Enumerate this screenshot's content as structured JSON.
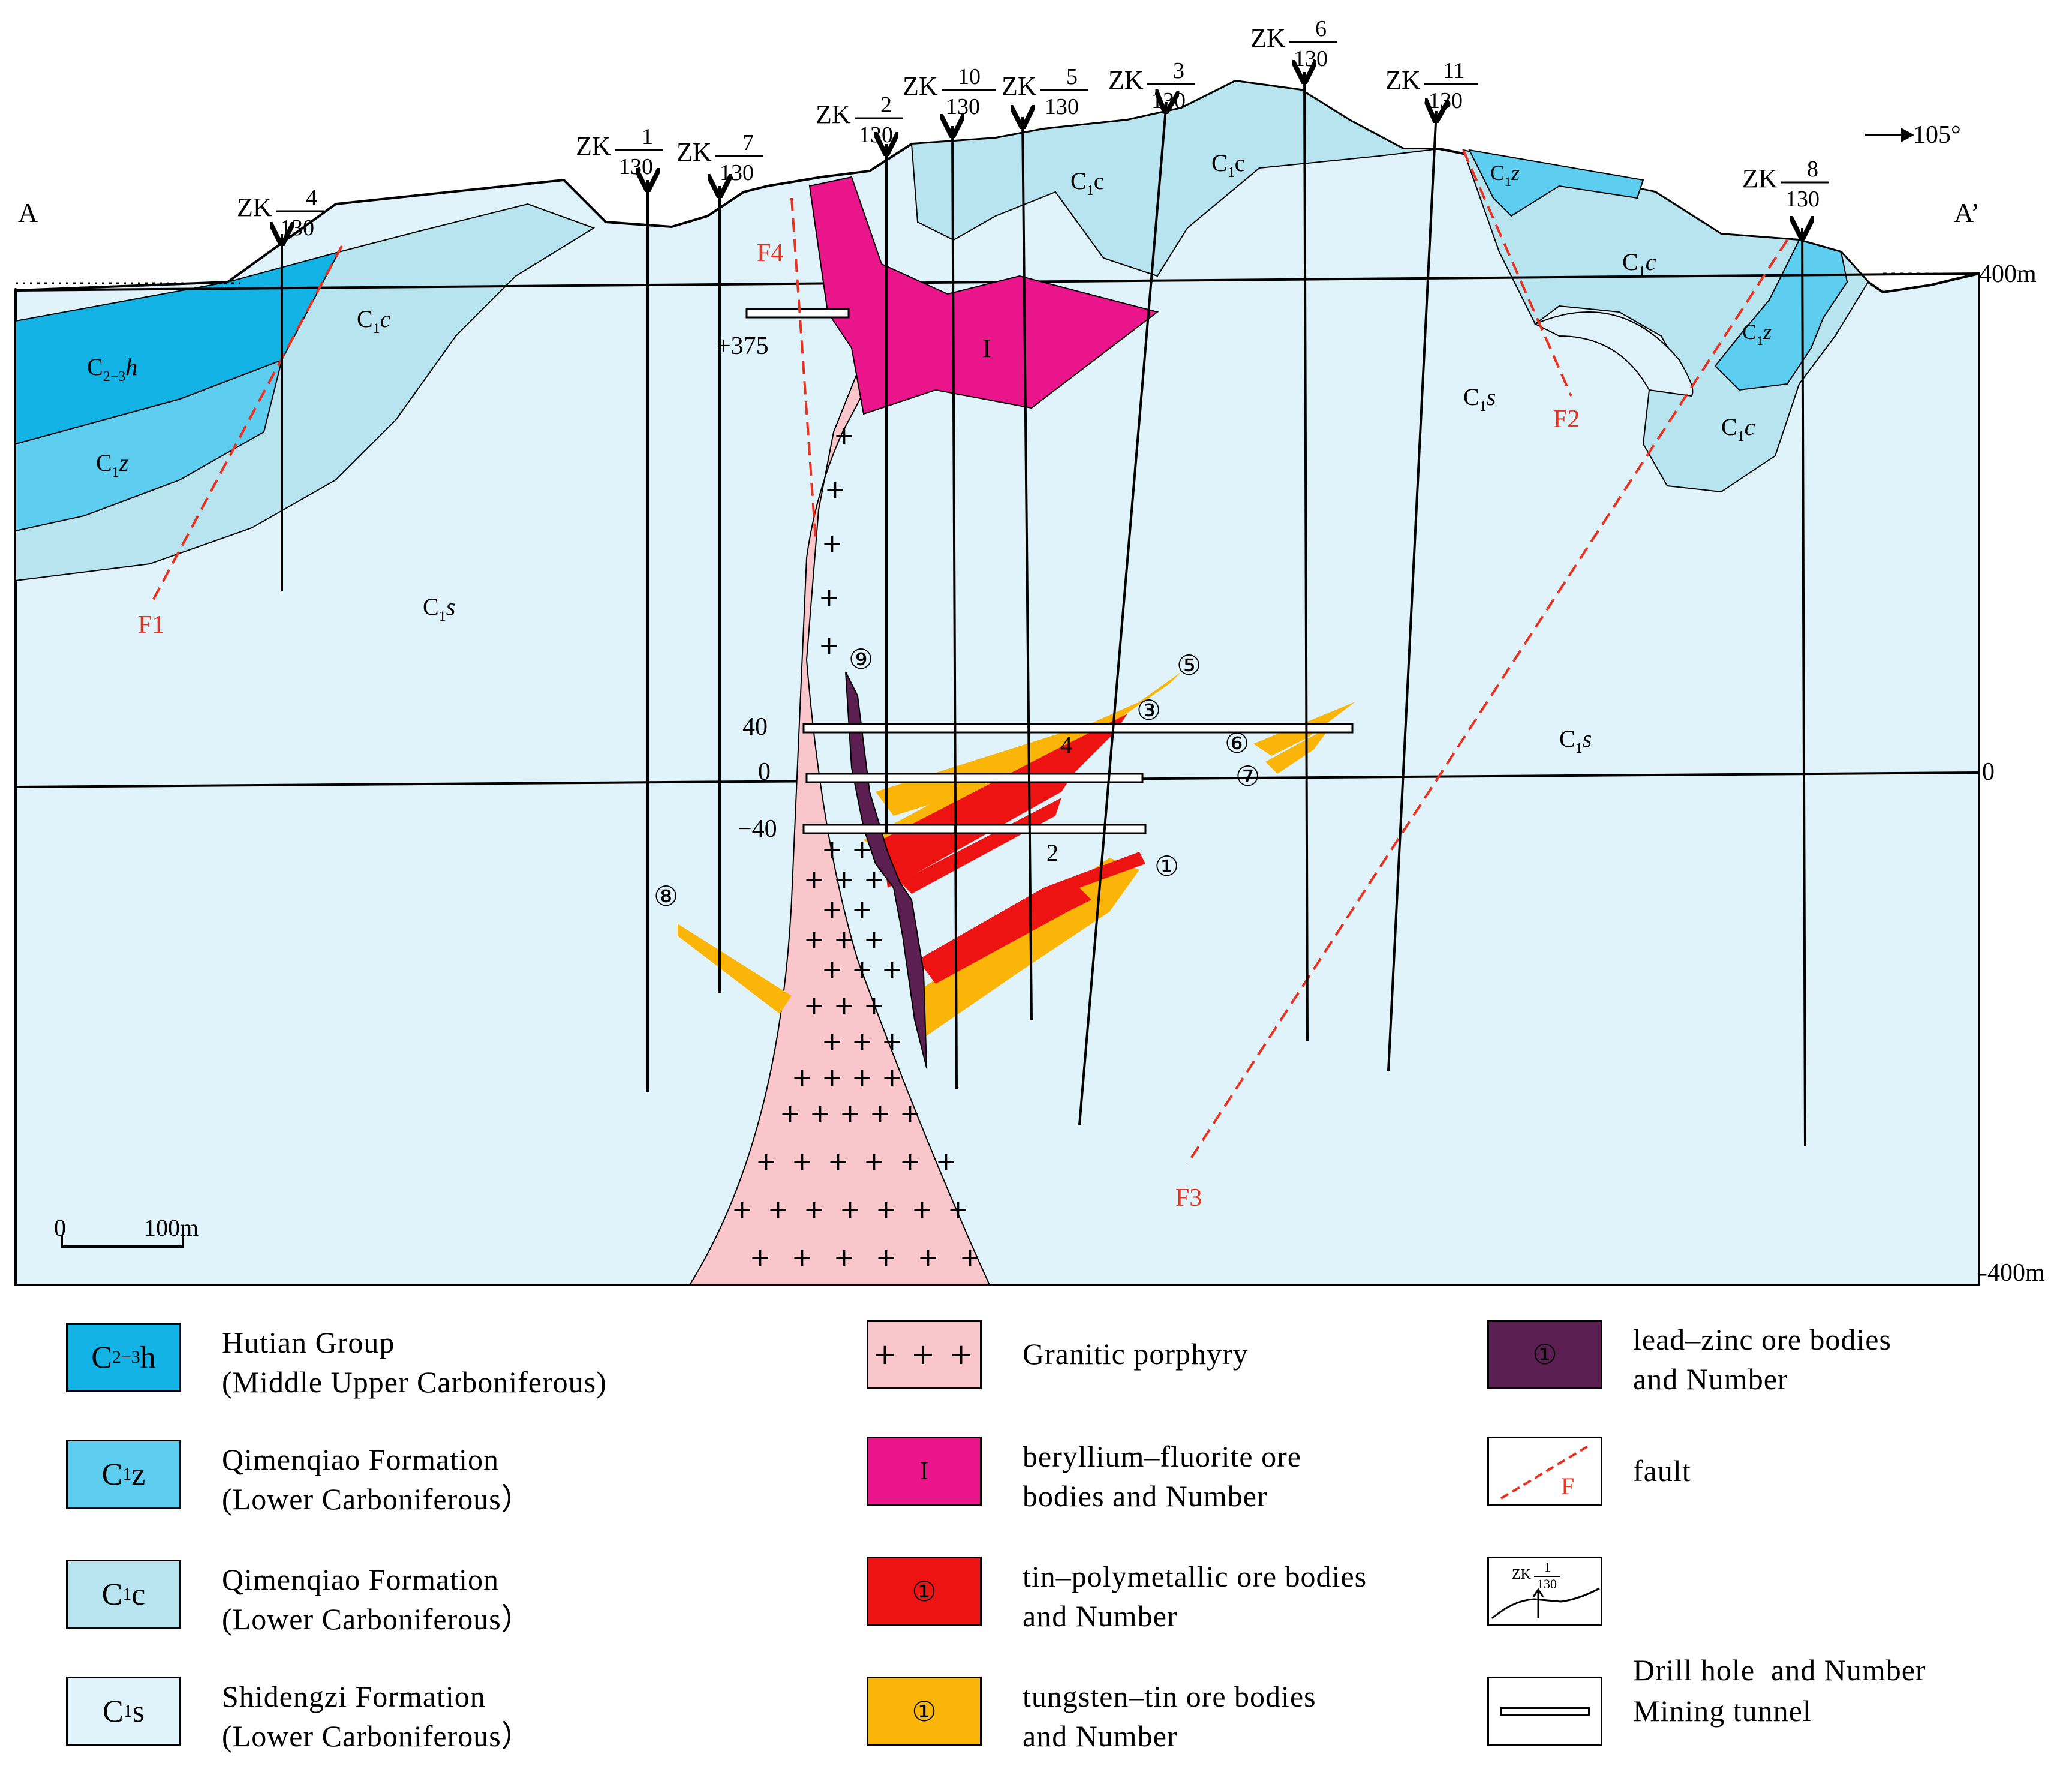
{
  "section": {
    "end_left": "A",
    "end_right": "A’",
    "azimuth": "105°",
    "elevations": {
      "top": "400m",
      "zero": "0",
      "bottom": "-400m"
    },
    "levels": {
      "l375": "+375",
      "l40": "40",
      "l0": "0",
      "lm40": "−40"
    },
    "scale": {
      "start": "0",
      "end": "100m"
    },
    "units": {
      "c23h_a": "C",
      "c23h_sub": "2−3",
      "c23h_b": "h",
      "c1z_a": "C",
      "c1z_sub": "1",
      "c1z_b": "z",
      "c1c_a": "C",
      "c1c_sub": "1",
      "c1c_b": "c",
      "c1s_a": "C",
      "c1s_sub": "1",
      "c1s_b": "s"
    },
    "faults": {
      "f1": "F1",
      "f2": "F2",
      "f3": "F3",
      "f4": "F4"
    },
    "ore_I": "I",
    "ore_numbers": {
      "n1": "①",
      "n2": "2",
      "n3": "③",
      "n4": "4",
      "n5": "⑤",
      "n6": "⑥",
      "n7": "⑦",
      "n8": "⑧",
      "n9": "⑨"
    },
    "drill_prefix": "ZK",
    "drill_holes": [
      {
        "num": "4",
        "line": "130"
      },
      {
        "num": "1",
        "line": "130"
      },
      {
        "num": "7",
        "line": "130"
      },
      {
        "num": "2",
        "line": "130"
      },
      {
        "num": "10",
        "line": "130"
      },
      {
        "num": "5",
        "line": "130"
      },
      {
        "num": "3",
        "line": "130"
      },
      {
        "num": "6",
        "line": "130"
      },
      {
        "num": "11",
        "line": "130"
      },
      {
        "num": "8",
        "line": "130"
      }
    ]
  },
  "legend": {
    "hutian": {
      "sym_a": "C",
      "sym_sub": "2−3",
      "sym_b": "h",
      "line1": "Hutian Group",
      "line2": "(Middle Upper Carboniferous)",
      "color": "#13b3e6"
    },
    "qimen_z": {
      "sym_a": "C",
      "sym_sub": "1",
      "sym_b": "z",
      "line1": "Qimenqiao Formation",
      "line2": "(Lower Carboniferous）",
      "color": "#5dcdf0"
    },
    "qimen_c": {
      "sym_a": "C",
      "sym_sub": "1",
      "sym_b": "c",
      "line1": "Qimenqiao Formation",
      "line2": "(Lower Carboniferous）",
      "color": "#b8e4f0"
    },
    "shidengzi": {
      "sym_a": "C",
      "sym_sub": "1",
      "sym_b": "s",
      "line1": "Shidengzi Formation",
      "line2": "(Lower Carboniferous）",
      "color": "#e1f3fa"
    },
    "granite": {
      "symbol": "+ + +",
      "line1": "Granitic porphyry",
      "color": "#f9c7cb"
    },
    "beryllium": {
      "symbol": "I",
      "line1": "beryllium–fluorite ore",
      "line2": "bodies and Number",
      "color": "#ea158b"
    },
    "tin": {
      "symbol": "①",
      "line1": "tin–polymetallic ore bodies",
      "line2": "and Number",
      "color": "#ee1313"
    },
    "tungsten": {
      "symbol": "①",
      "line1": "tungsten–tin ore bodies",
      "line2": "and Number",
      "color": "#fbb509"
    },
    "leadzinc": {
      "symbol": "①",
      "line1": "lead–zinc ore bodies",
      "line2": "and Number",
      "color": "#5c1f52"
    },
    "fault": {
      "symbol": "F",
      "line1": "fault"
    },
    "drill": {
      "sym_prefix": "ZK",
      "sym_num": "1",
      "sym_line": "130",
      "line1": "Drill hole  and Number"
    },
    "tunnel": {
      "line1": "Mining tunnel"
    }
  }
}
